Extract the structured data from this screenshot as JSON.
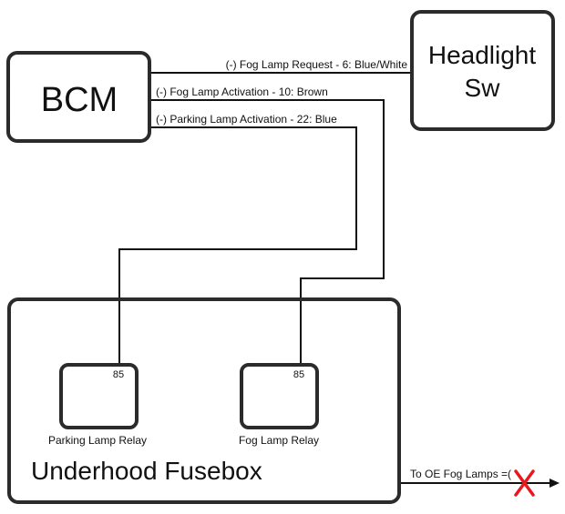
{
  "blocks": {
    "bcm": "BCM",
    "headlight_switch_line1": "Headlight",
    "headlight_switch_line2": "Sw",
    "fusebox": "Underhood Fusebox"
  },
  "relays": {
    "parking": {
      "pin": "85",
      "label": "Parking Lamp Relay"
    },
    "fog": {
      "pin": "85",
      "label": "Fog Lamp Relay"
    }
  },
  "wires": {
    "fog_request": "(-) Fog Lamp Request - 6: Blue/White",
    "fog_activation": "(-) Fog Lamp Activation - 10: Brown",
    "parking_activation": "(-) Parking Lamp Activation - 22: Blue"
  },
  "output": {
    "label": "To OE Fog Lamps =(",
    "mark_color": "#e8191e"
  },
  "colors": {
    "line": "#111111",
    "box_stroke": "#2b2b2b"
  }
}
